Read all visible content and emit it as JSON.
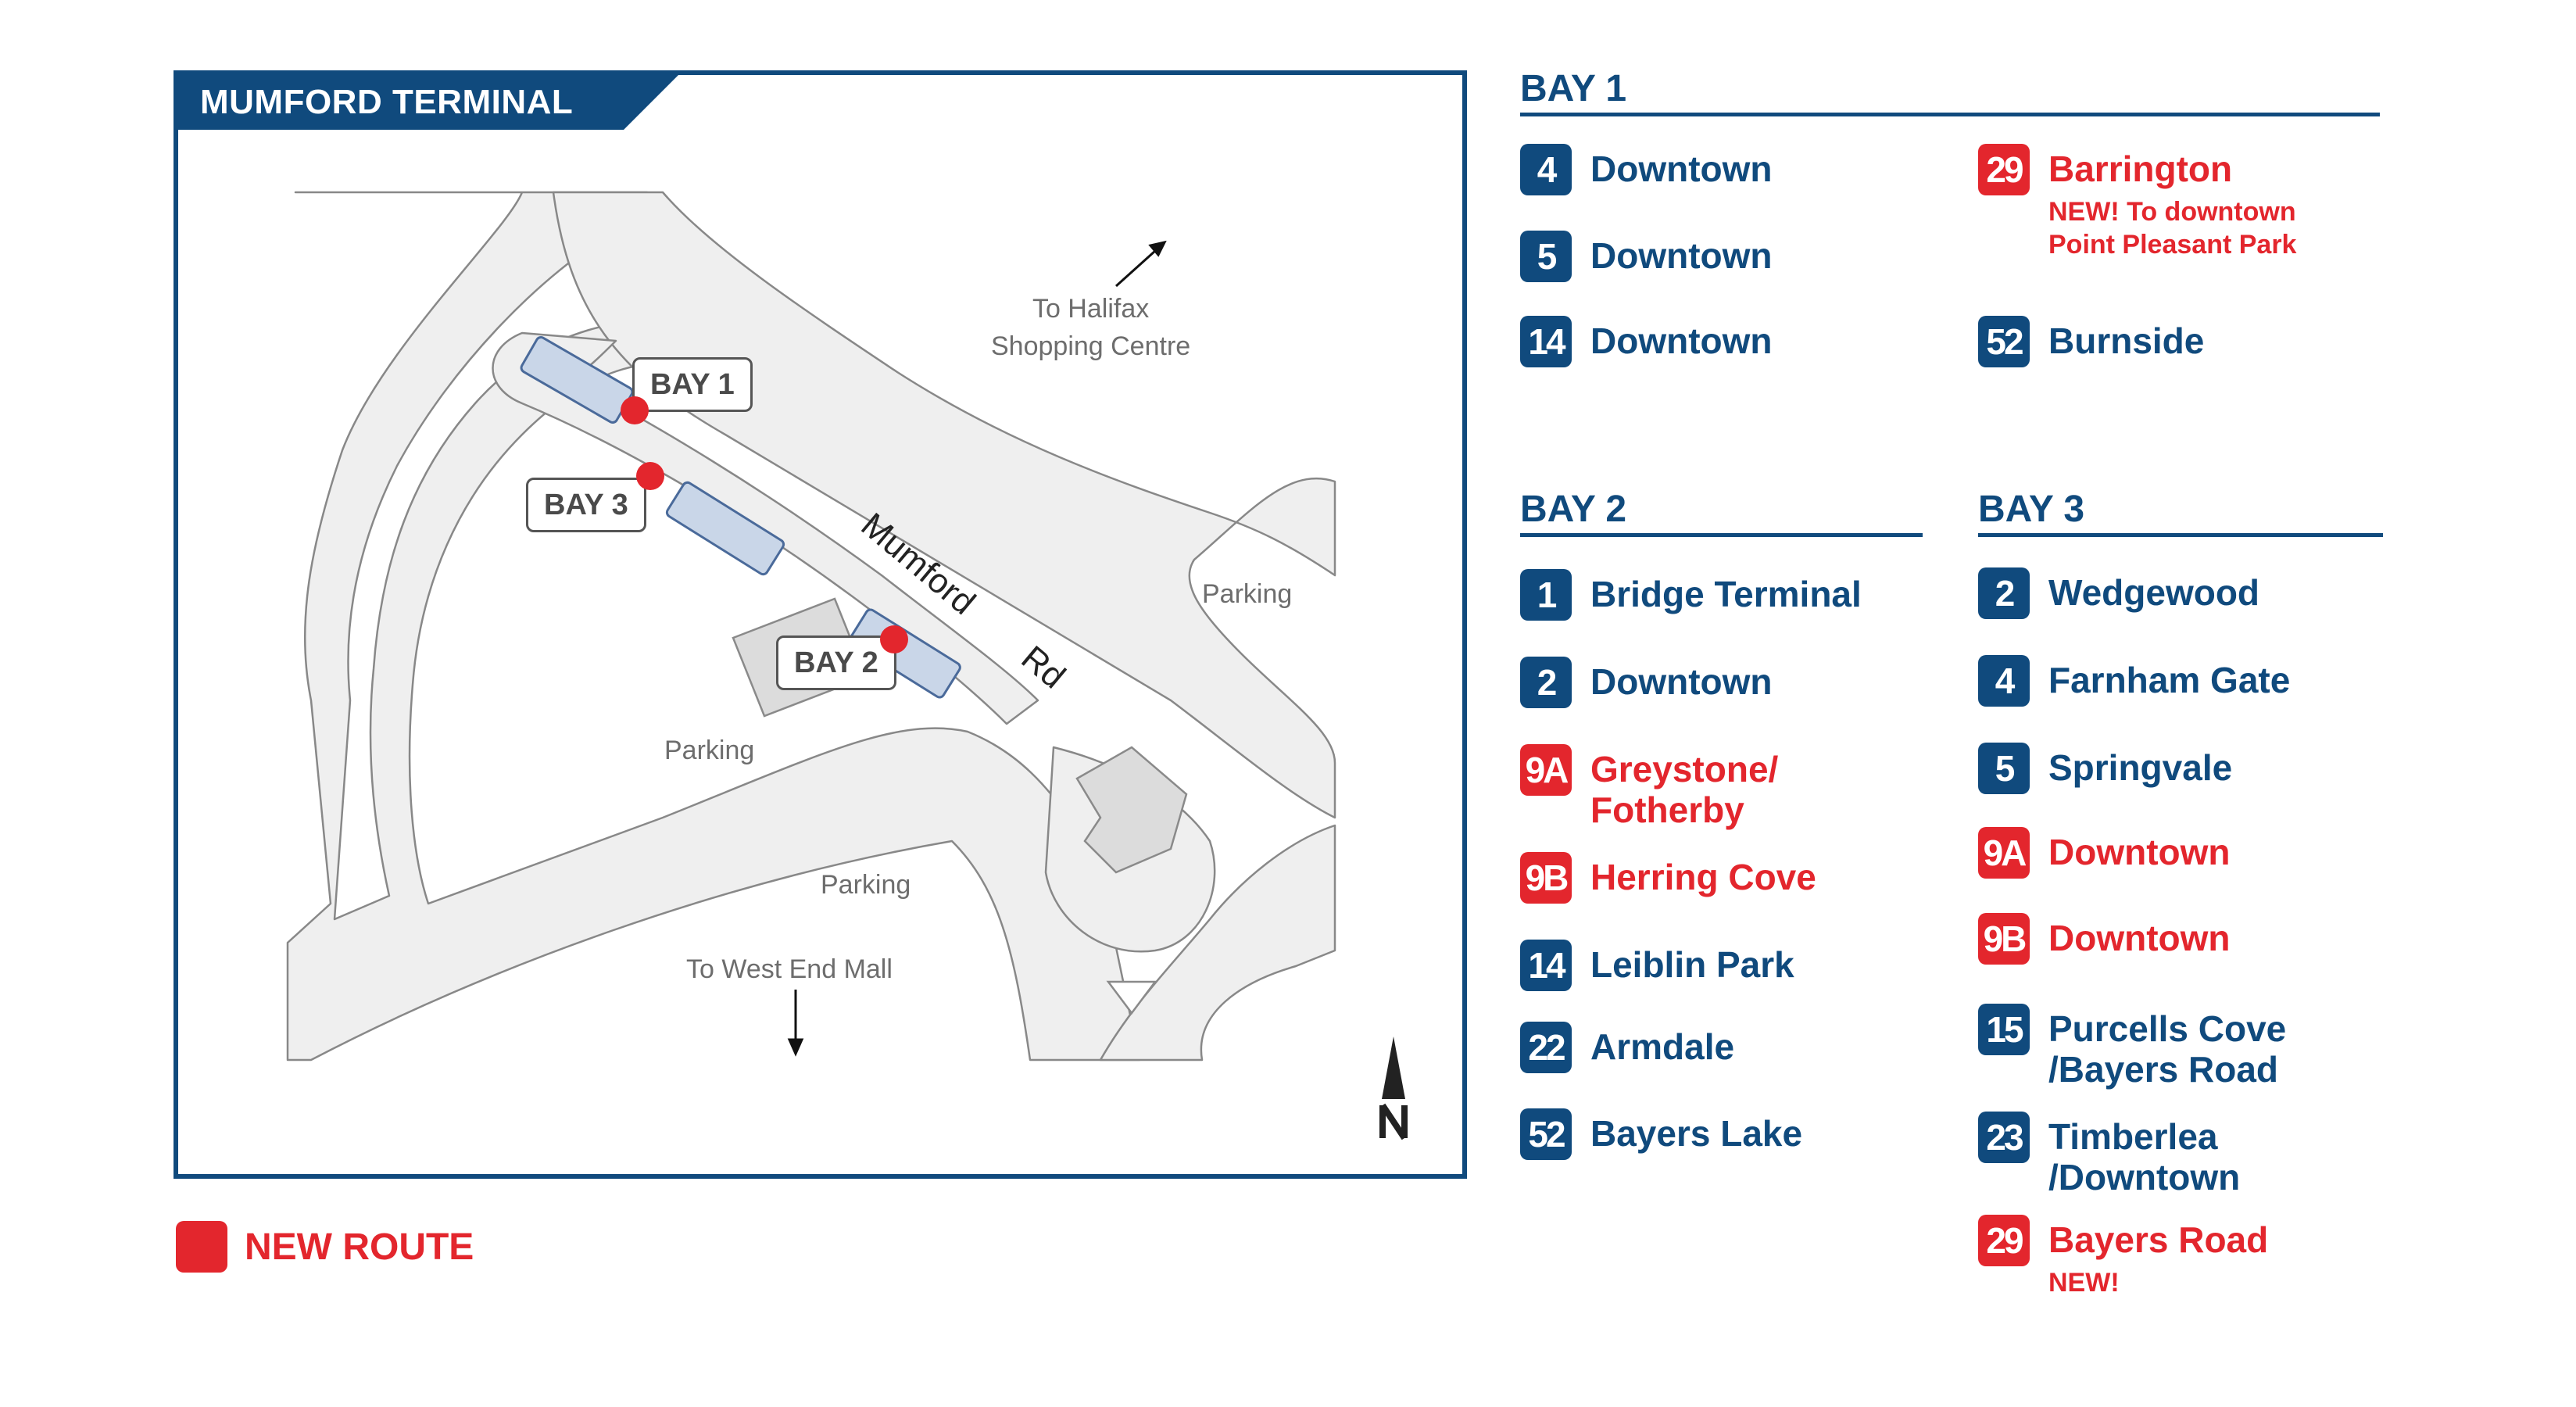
{
  "map": {
    "title": "MUMFORD TERMINAL",
    "road_name_part1": "Mumford",
    "road_name_part2": "Rd",
    "labels": {
      "to_halifax": "To Halifax\nShopping Centre",
      "to_west_end": "To West End Mall",
      "parking_east": "Parking",
      "parking_west": "Parking",
      "parking_south": "Parking"
    },
    "bay_tags": [
      "BAY 1",
      "BAY 3",
      "BAY 2"
    ],
    "north_letter": "N"
  },
  "legend": {
    "label": "NEW ROUTE",
    "color": "#e3262d"
  },
  "colors": {
    "brand_blue": "#104a7d",
    "new_route_red": "#e3262d"
  },
  "bays": [
    {
      "name": "BAY 1",
      "routes": [
        {
          "number": "4",
          "name": "Downtown",
          "is_new": false
        },
        {
          "number": "5",
          "name": "Downtown",
          "is_new": false
        },
        {
          "number": "14",
          "name": "Downtown",
          "is_new": false
        },
        {
          "number": "29",
          "name": "Barrington",
          "note": "NEW! To downtown\nPoint Pleasant Park",
          "is_new": true
        },
        {
          "number": "52",
          "name": "Burnside",
          "is_new": false
        }
      ]
    },
    {
      "name": "BAY 2",
      "routes": [
        {
          "number": "1",
          "name": "Bridge Terminal",
          "is_new": false
        },
        {
          "number": "2",
          "name": "Downtown",
          "is_new": false
        },
        {
          "number": "9A",
          "name": "Greystone/\nFotherby",
          "is_new": true
        },
        {
          "number": "9B",
          "name": "Herring Cove",
          "is_new": true
        },
        {
          "number": "14",
          "name": "Leiblin Park",
          "is_new": false
        },
        {
          "number": "22",
          "name": "Armdale",
          "is_new": false
        },
        {
          "number": "52",
          "name": "Bayers Lake",
          "is_new": false
        }
      ]
    },
    {
      "name": "BAY 3",
      "routes": [
        {
          "number": "2",
          "name": "Wedgewood",
          "is_new": false
        },
        {
          "number": "4",
          "name": "Farnham Gate",
          "is_new": false
        },
        {
          "number": "5",
          "name": "Springvale",
          "is_new": false
        },
        {
          "number": "9A",
          "name": "Downtown",
          "is_new": true
        },
        {
          "number": "9B",
          "name": "Downtown",
          "is_new": true
        },
        {
          "number": "15",
          "name": "Purcells Cove\n/Bayers Road",
          "is_new": false
        },
        {
          "number": "23",
          "name": "Timberlea\n/Downtown",
          "is_new": false
        },
        {
          "number": "29",
          "name": "Bayers Road",
          "note": "NEW!",
          "is_new": true
        }
      ]
    }
  ]
}
